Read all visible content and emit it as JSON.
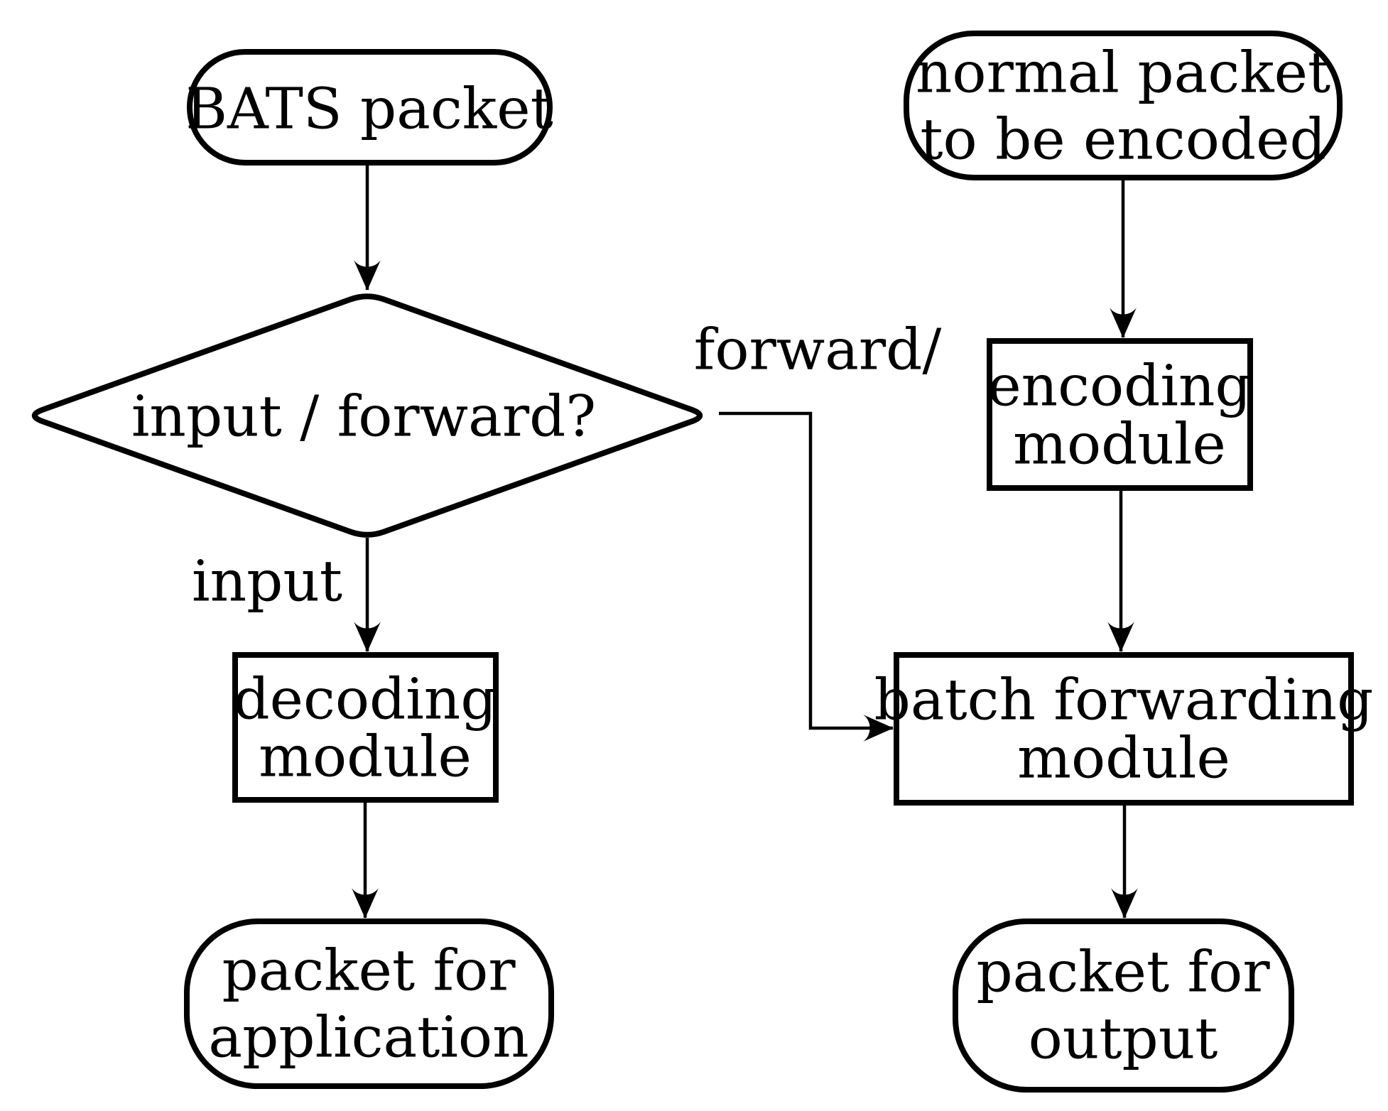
{
  "colors": {
    "ink": "#000000",
    "paper": "#ffffff"
  },
  "nodes": {
    "bats_packet": {
      "type": "terminal",
      "lines": [
        "BATS packet"
      ]
    },
    "normal_packet": {
      "type": "terminal",
      "lines": [
        "normal packet",
        "to be encoded"
      ]
    },
    "input_forward_decision": {
      "type": "decision",
      "lines": [
        "input / forward?"
      ]
    },
    "decoding_module": {
      "type": "process",
      "lines": [
        "decoding",
        "module"
      ]
    },
    "encoding_module": {
      "type": "process",
      "lines": [
        "encoding",
        "module"
      ]
    },
    "batch_forwarding_module": {
      "type": "process",
      "lines": [
        "batch forwarding",
        "module"
      ]
    },
    "packet_for_application": {
      "type": "terminal",
      "lines": [
        "packet for",
        "application"
      ]
    },
    "packet_for_output": {
      "type": "terminal",
      "lines": [
        "packet for",
        "output"
      ]
    }
  },
  "edge_labels": {
    "input_branch": "input",
    "forward_branch": "forward/"
  }
}
